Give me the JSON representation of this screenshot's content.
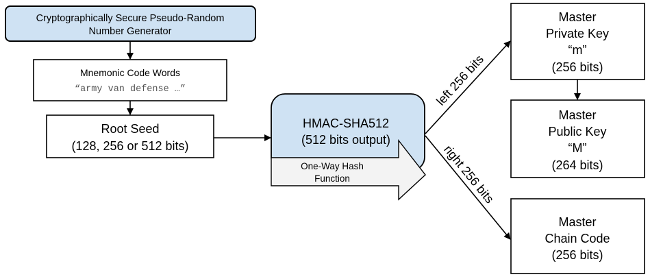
{
  "csprng": {
    "line1": "Cryptographically Secure Pseudo-Random",
    "line2": "Number Generator"
  },
  "mnemonic": {
    "title": "Mnemonic Code Words",
    "example": "“army van defense …”"
  },
  "root_seed": {
    "title": "Root Seed",
    "size": "(128, 256 or 512 bits)"
  },
  "hmac": {
    "title": "HMAC-SHA512",
    "output": "(512 bits output)"
  },
  "hash_function": {
    "line1": "One-Way Hash",
    "line2": "Function"
  },
  "edges": {
    "left_label": "left 256 bits",
    "right_label": "right 256 bits"
  },
  "master_private_key": {
    "line1": "Master",
    "line2": "Private Key",
    "line3": "“m”",
    "line4": "(256 bits)"
  },
  "master_public_key": {
    "line1": "Master",
    "line2": "Public Key",
    "line3": "“M”",
    "line4": "(264 bits)"
  },
  "master_chain_code": {
    "line1": "Master",
    "line2": "Chain Code",
    "line3": "(256 bits)"
  },
  "colors": {
    "highlight_fill": "#cfe2f3",
    "arrow_fill": "#f3f3f3",
    "stroke": "#000000"
  }
}
